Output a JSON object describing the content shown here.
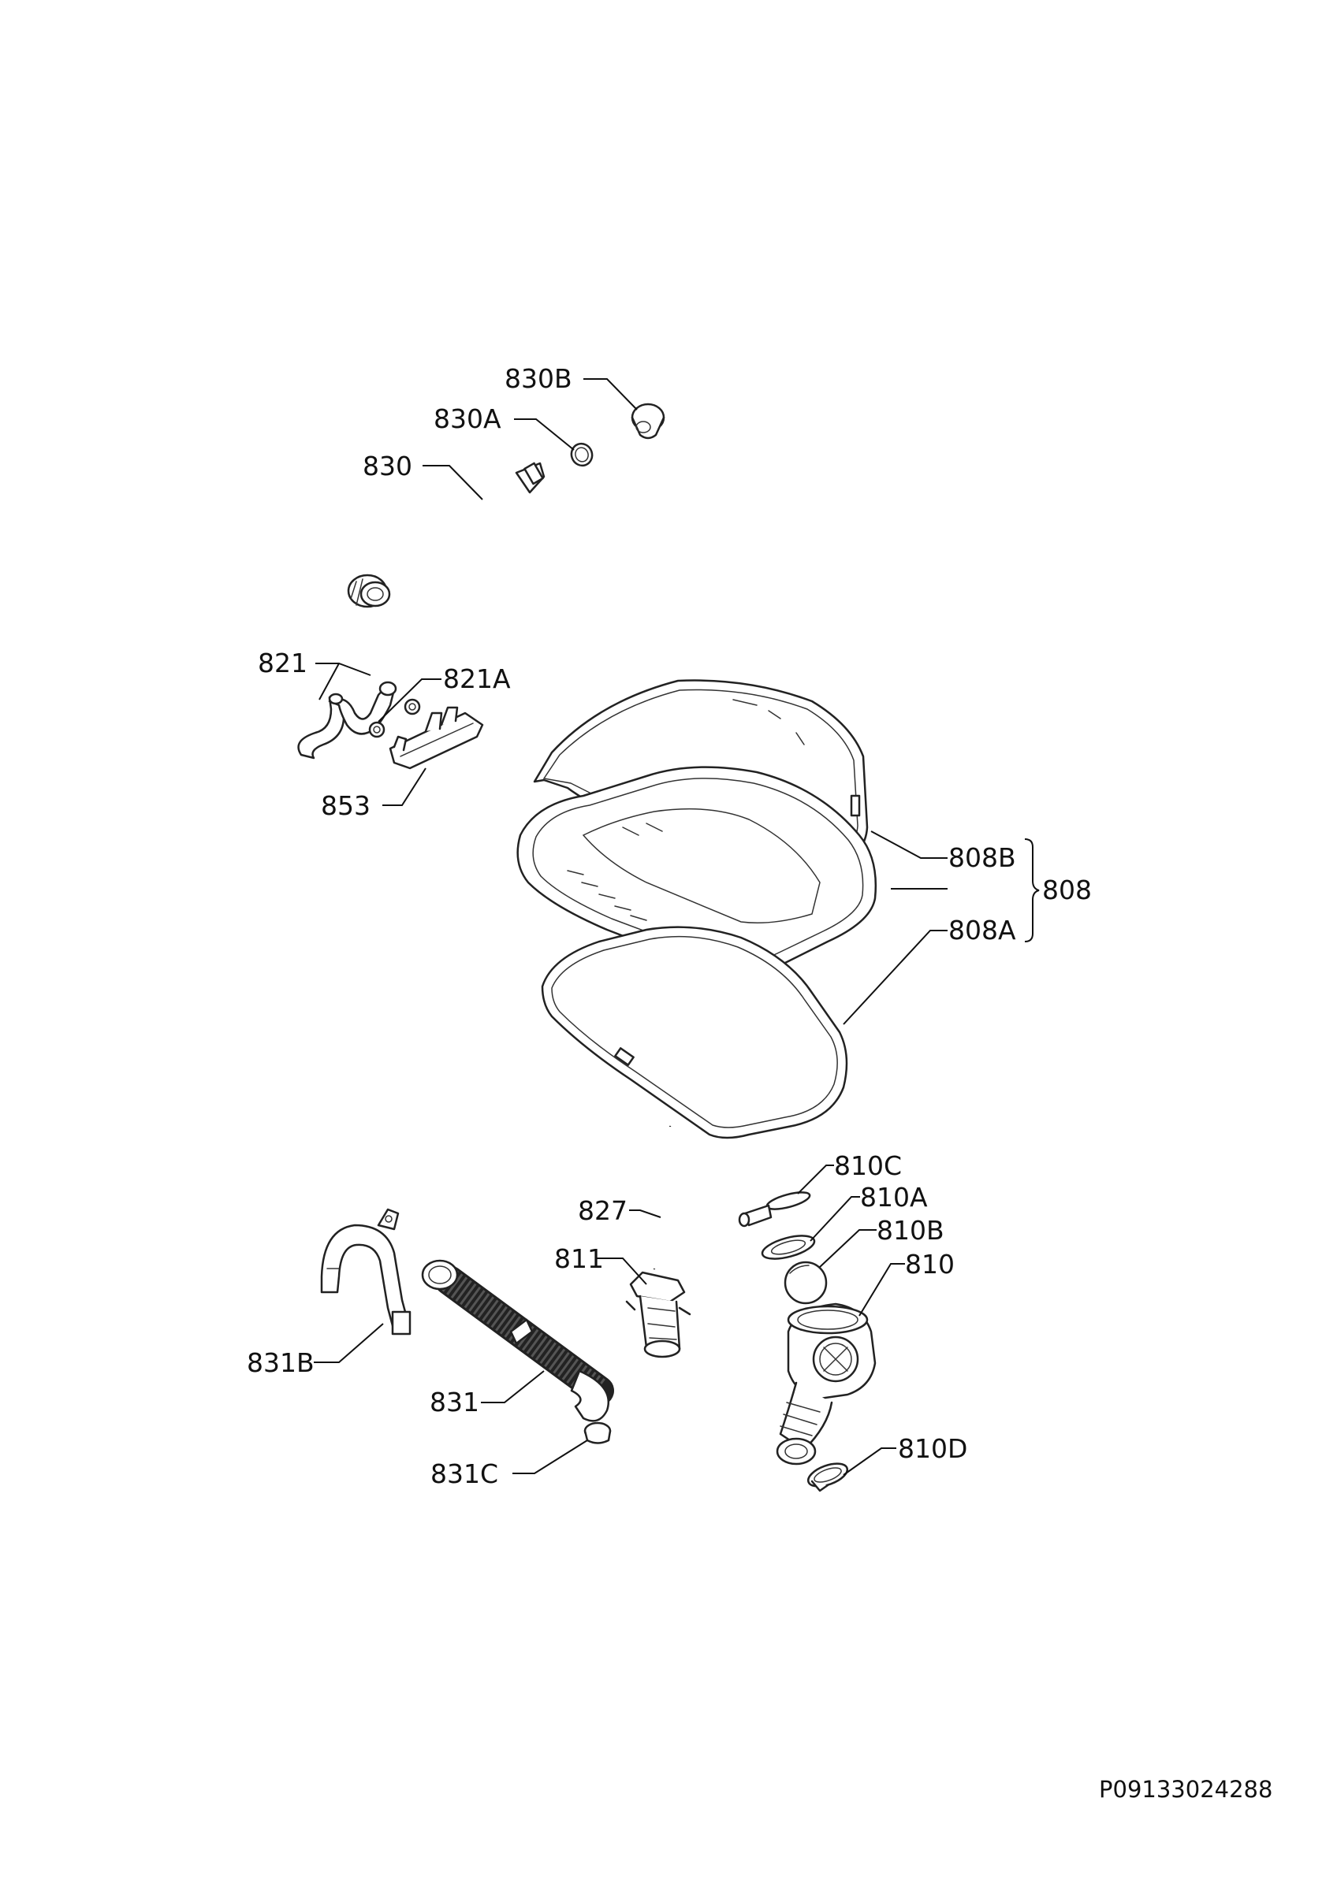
{
  "diagram": {
    "document_number": "P09133024288",
    "labels": {
      "l830B": "830B",
      "l830A": "830A",
      "l830": "830",
      "l821": "821",
      "l821A": "821A",
      "l853": "853",
      "l808B": "808B",
      "l808": "808",
      "l808A": "808A",
      "l810C": "810C",
      "l827": "827",
      "l810A": "810A",
      "l810B": "810B",
      "l811": "811",
      "l810": "810",
      "l831B": "831B",
      "l831": "831",
      "l831C": "831C",
      "l810D": "810D"
    }
  }
}
